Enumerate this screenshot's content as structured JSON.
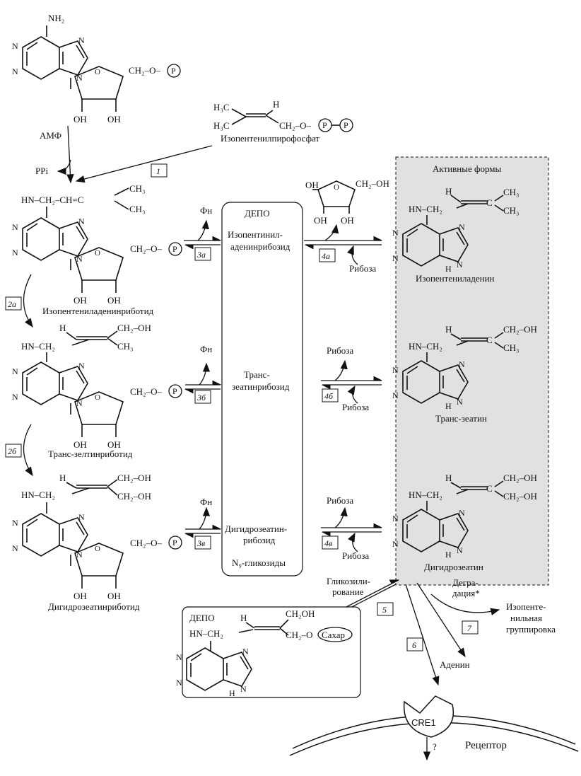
{
  "diagram": {
    "compounds": {
      "amp": "АМФ",
      "ppi": "PPi",
      "isopentenyl_pp": "Изопентенилпирофосфат",
      "ip_ribotide": "Изопентениладенинриботид",
      "trans_zeatin_ribotide": "Транс-зелтинриботид",
      "dihydrozeatin_ribotide": "Дигидрозеатинриботид",
      "isopentenyladenine": "Изопентениладенин",
      "trans_zeatin": "Транс-зеатин",
      "dihydrozeatin": "Дигидрозеатин",
      "adenine": "Аденин",
      "isopentenyl_group": [
        "Изопенте-",
        "нильная",
        "группировка"
      ]
    },
    "active_forms_label": "Активные формы",
    "depot": {
      "title": "ДЕПО",
      "ip_riboside": [
        "Изопентинил-",
        "аденинрибозид"
      ],
      "trans_zeatin_riboside": [
        "Транс-",
        "зеатинрибозид"
      ],
      "dh_zeatin_riboside": [
        "Дигидрозеатин-",
        "рибозид"
      ],
      "n9_glycosides": "N₉-гликозиды"
    },
    "depot2": {
      "title": "ДЕПО",
      "sugar": "Сахар"
    },
    "labels": {
      "phi": "Фн",
      "ribose": "Рибоза",
      "glycosylation": [
        "Гликозили-",
        "рование"
      ],
      "degradation": [
        "Дегра-",
        "дация*"
      ],
      "question": "?"
    },
    "receptor": {
      "name": "CRE1",
      "label": "Рецептор"
    },
    "steps": [
      "1",
      "2а",
      "2б",
      "3а",
      "3б",
      "3в",
      "4а",
      "4б",
      "4в",
      "5",
      "6",
      "7"
    ],
    "groups": {
      "nh2": "NH₂",
      "n": "N",
      "nh": "NH",
      "oh": "OH",
      "h": "H",
      "p": "P",
      "ch2o": "CH₂–O–",
      "ch2oh": "CH₂OH",
      "ch2_oh": "CH₂–OH",
      "ch2_o": "CH₂–O",
      "h3c": "H₃C",
      "ch3": "CH₃",
      "ch2o_pp": "CH₂–O–",
      "hn_ch2_ch_c": "HN–CH₂–CH=C",
      "hn_ch2": "HN–CH₂",
      "c": "C"
    },
    "colors": {
      "active_bg": "#e1e1e1",
      "ink": "#111111"
    }
  }
}
